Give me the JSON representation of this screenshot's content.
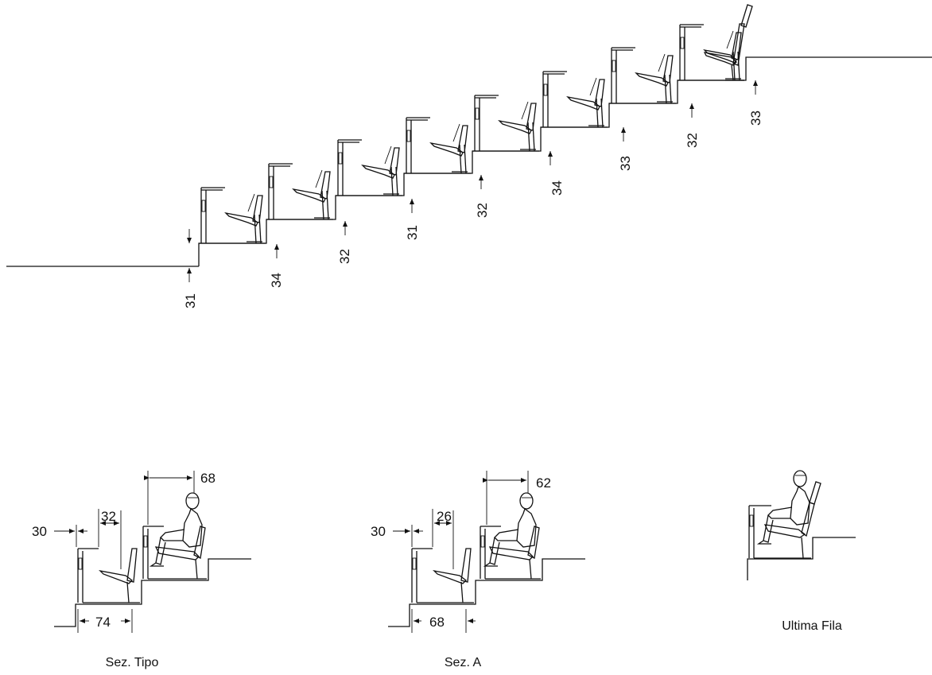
{
  "stair_section": {
    "riser_labels": [
      "31",
      "34",
      "32",
      "31",
      "32",
      "34",
      "33",
      "32",
      "33"
    ]
  },
  "sections": [
    {
      "caption": "Sez. Tipo",
      "dims": {
        "top": "68",
        "left": "30",
        "mid": "32",
        "bottom": "74"
      }
    },
    {
      "caption": "Sez. A",
      "dims": {
        "top": "62",
        "left": "30",
        "mid": "26",
        "bottom": "68"
      }
    },
    {
      "caption": "Ultima Fila"
    }
  ],
  "colors": {
    "line": "#111111",
    "background": "#ffffff"
  }
}
